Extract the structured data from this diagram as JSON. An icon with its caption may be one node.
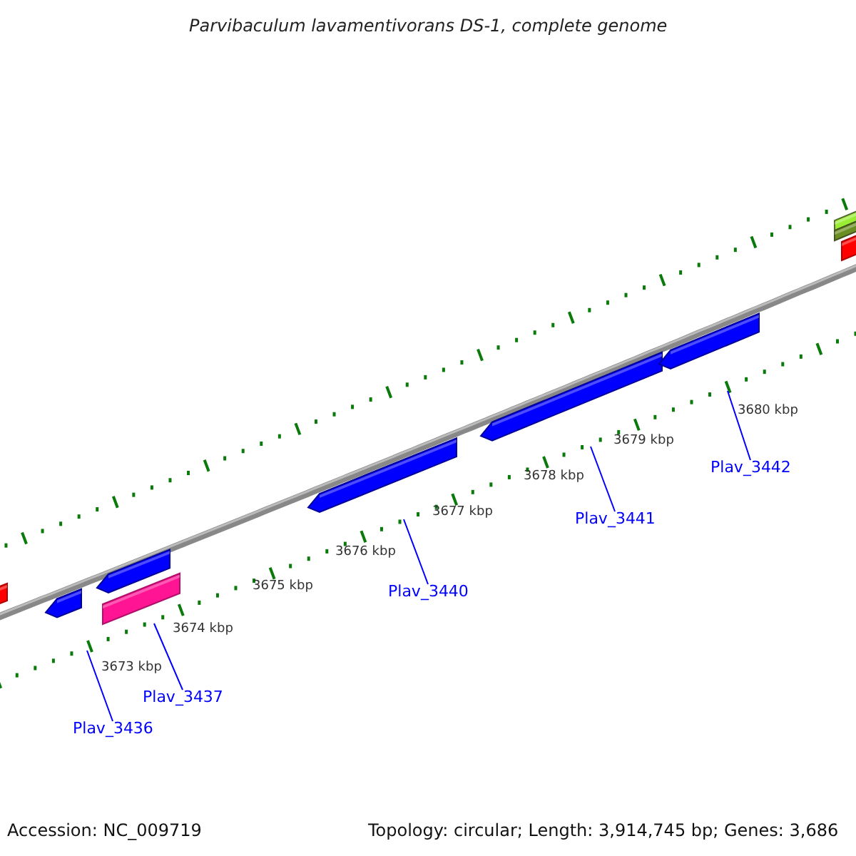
{
  "diagram": {
    "title": "Parvibaculum lavamentivorans DS-1, complete genome",
    "nodes": [
      {
        "text": [
          "Plav_3436"
        ]
      },
      {
        "text": [
          "Plav_3437"
        ]
      },
      {
        "text": [
          "Plav_3440"
        ]
      },
      {
        "text": [
          "Plav_3441"
        ]
      },
      {
        "text": [
          "Plav_3442"
        ]
      }
    ],
    "edges": [
      {
        "from": 0,
        "to": null,
        "arrow": "none"
      },
      {
        "from": 1,
        "to": null,
        "arrow": "none"
      },
      {
        "from": 2,
        "to": null,
        "arrow": "none"
      },
      {
        "from": 3,
        "to": null,
        "arrow": "none"
      },
      {
        "from": 4,
        "to": null,
        "arrow": "none"
      }
    ],
    "labels": [
      "3673 kbp",
      "3674 kbp",
      "3675 kbp",
      "3676 kbp",
      "3677 kbp",
      "3678 kbp",
      "3679 kbp",
      "3680 kbp",
      "Accession: NC_009719",
      "Topology: circular; Length: 3,914,745 bp; Genes: 3,686"
    ]
  }
}
